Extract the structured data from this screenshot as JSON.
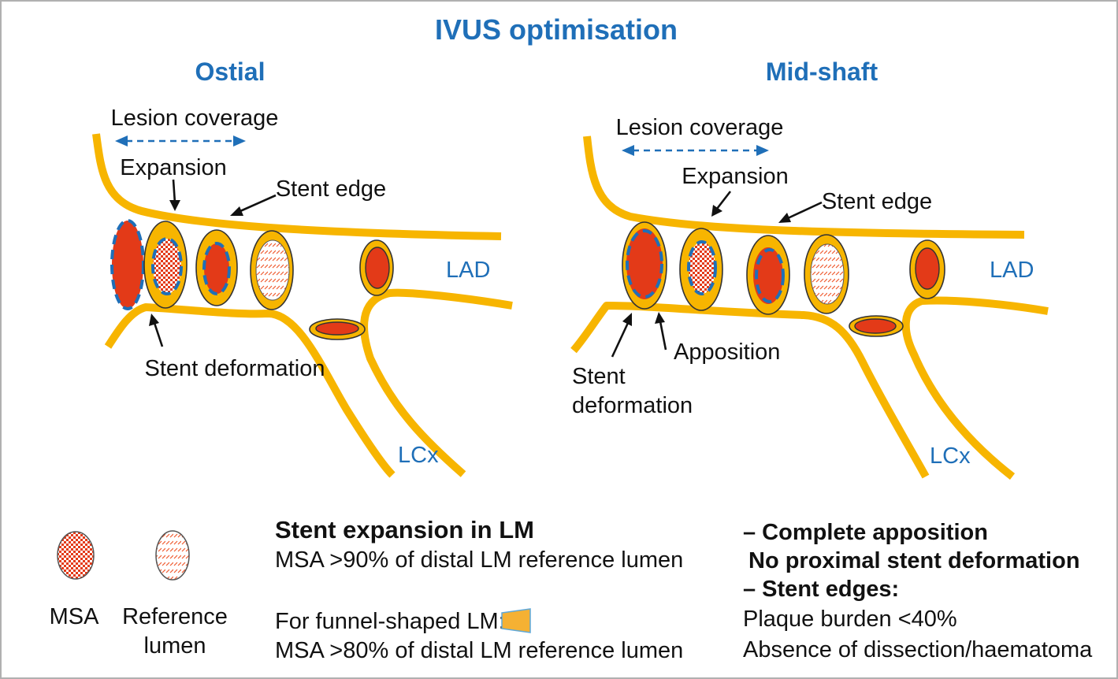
{
  "title": "IVUS optimisation",
  "panels": {
    "ostial": {
      "heading": "Ostial",
      "lesion_coverage": "Lesion coverage",
      "expansion": "Expansion",
      "stent_edge": "Stent edge",
      "stent_deformation": "Stent deformation",
      "lad": "LAD",
      "lcx": "LCx"
    },
    "midshaft": {
      "heading": "Mid-shaft",
      "lesion_coverage": "Lesion coverage",
      "expansion": "Expansion",
      "stent_edge": "Stent edge",
      "apposition": "Apposition",
      "stent_deformation_line1": "Stent",
      "stent_deformation_line2": "deformation",
      "lad": "LAD",
      "lcx": "LCx"
    }
  },
  "legend": {
    "msa": "MSA",
    "reference_line1": "Reference",
    "reference_line2": "lumen"
  },
  "criteria": {
    "expansion_heading": "Stent expansion in LM",
    "expansion_rule": "MSA >90% of distal LM reference lumen",
    "funnel_label": "For funnel-shaped LM:",
    "funnel_rule": "MSA >80% of distal LM reference lumen",
    "apposition": "– Complete apposition",
    "no_deformation": "No proximal stent deformation",
    "edges_heading": "– Stent edges:",
    "plaque_burden": "Plaque burden <40%",
    "dissection": "Absence of dissection/haematoma"
  },
  "colors": {
    "accent_blue": "#1f6fb8",
    "vessel_yellow": "#f7b500",
    "lumen_red": "#e33a18"
  }
}
